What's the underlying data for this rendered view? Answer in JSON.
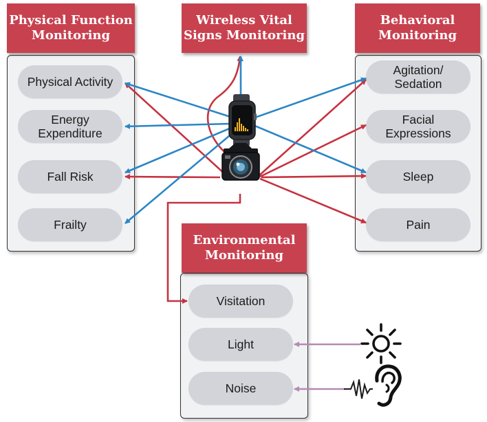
{
  "sections": {
    "physical": {
      "title": "Physical Function\nMonitoring",
      "items": [
        "Physical Activity",
        "Energy\nExpenditure",
        "Fall Risk",
        "Frailty"
      ]
    },
    "vital": {
      "title": "Wireless Vital\nSigns Monitoring"
    },
    "behavioral": {
      "title": "Behavioral\nMonitoring",
      "items": [
        "Agitation/\nSedation",
        "Facial\nExpressions",
        "Sleep",
        "Pain"
      ]
    },
    "environmental": {
      "title": "Environmental\nMonitoring",
      "items": [
        "Visitation",
        "Light",
        "Noise"
      ]
    }
  },
  "colors": {
    "camera_arrow": "#c6323f",
    "wearable_arrow": "#2b86c5",
    "sensor_arrow": "#b58ab5",
    "header": "#c8414f",
    "pill": "#d2d4d9"
  },
  "icons": [
    "smartwatch-icon",
    "camera-icon",
    "sun-icon",
    "ear-icon"
  ]
}
